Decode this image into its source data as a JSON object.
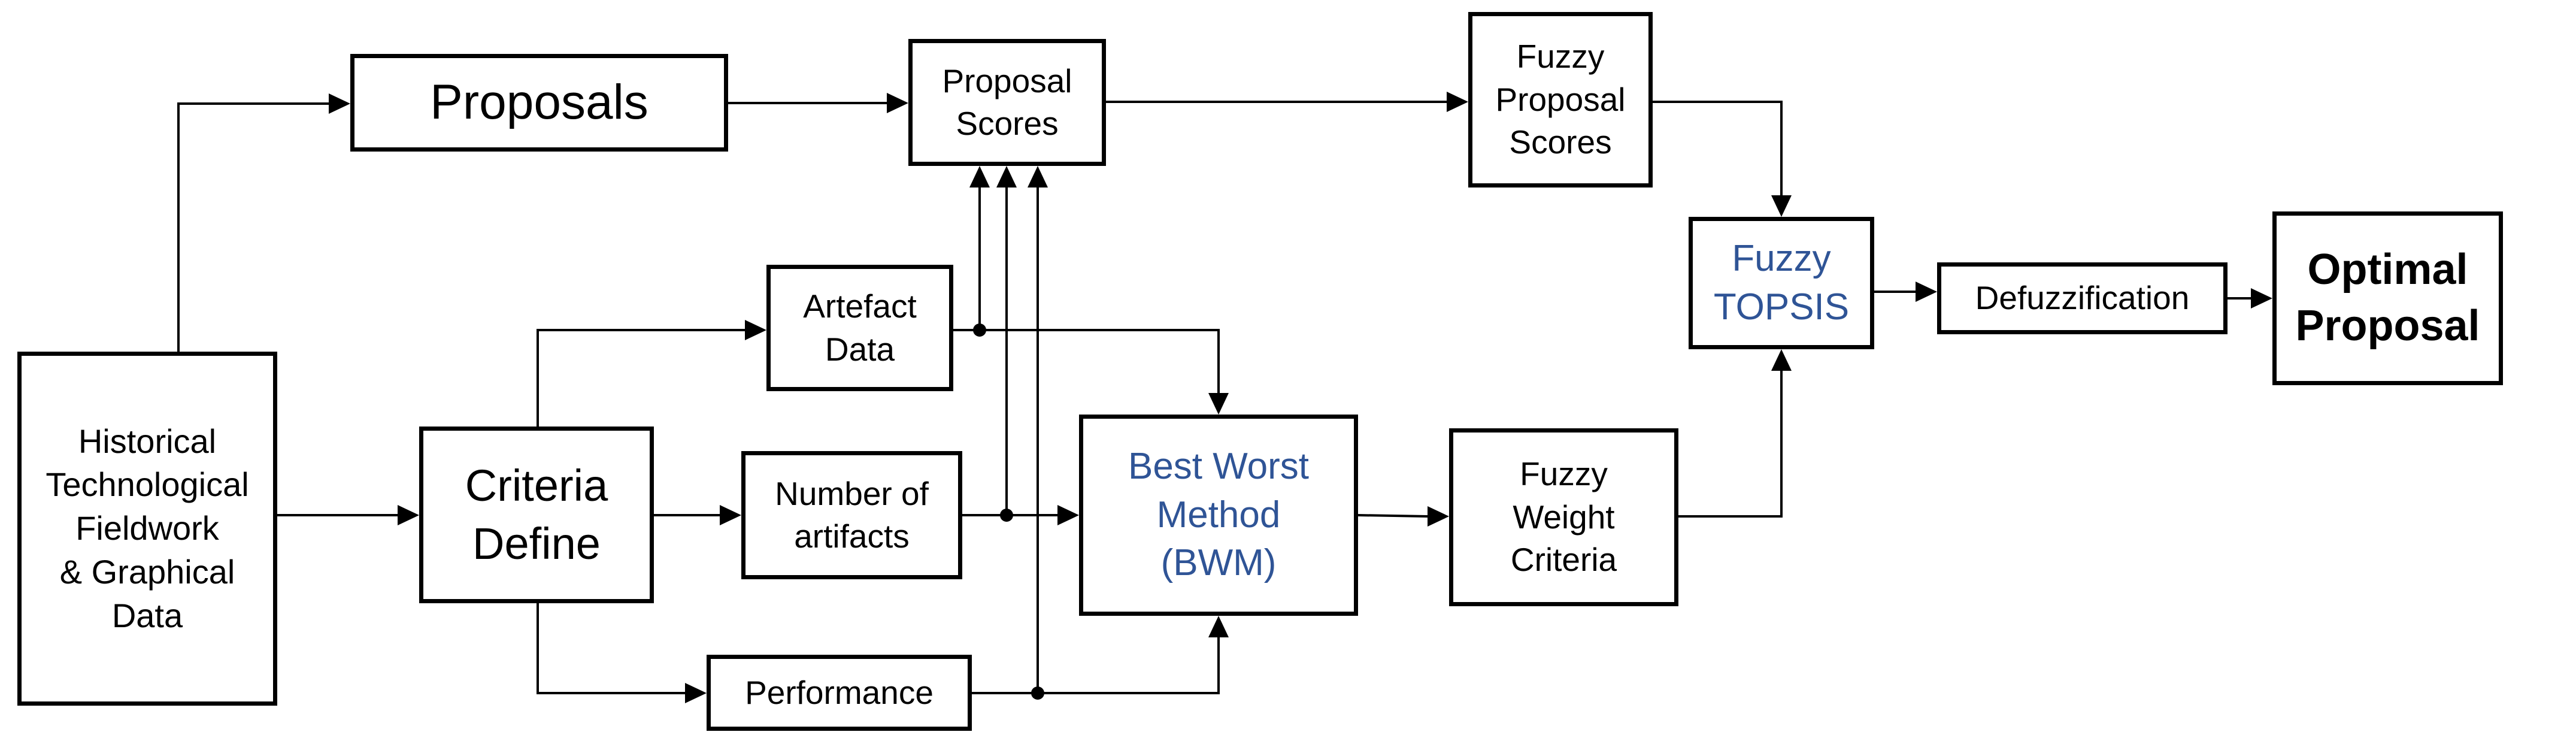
{
  "diagram": {
    "title": "Fuzzy BWM-TOPSIS proposal selection flowchart",
    "colors": {
      "background": "#FFFFFF",
      "box_border": "#000000",
      "text": "#000000",
      "accent_text": "#2F5496",
      "connector": "#000000"
    },
    "nodes": {
      "historical_data": {
        "label": "Historical\nTechnological\nFieldwork\n& Graphical\nData"
      },
      "proposals": {
        "label": "Proposals"
      },
      "proposal_scores": {
        "label": "Proposal\nScores"
      },
      "fuzzy_proposal_scores": {
        "label": "Fuzzy\nProposal\nScores"
      },
      "fuzzy_topsis": {
        "label": "Fuzzy\nTOPSIS"
      },
      "defuzzification": {
        "label": "Defuzzification"
      },
      "optimal_proposal": {
        "label": "Optimal\nProposal"
      },
      "criteria_define": {
        "label": "Criteria\nDefine"
      },
      "artefact_data": {
        "label": "Artefact\nData"
      },
      "number_of_artifacts": {
        "label": "Number of\nartifacts"
      },
      "performance": {
        "label": "Performance"
      },
      "best_worst_method": {
        "label": "Best Worst\nMethod\n(BWM)"
      },
      "fuzzy_weight_criteria": {
        "label": "Fuzzy\nWeight\nCriteria"
      }
    },
    "edges": [
      {
        "from": "historical_data",
        "to": "proposals"
      },
      {
        "from": "historical_data",
        "to": "criteria_define"
      },
      {
        "from": "proposals",
        "to": "proposal_scores"
      },
      {
        "from": "proposal_scores",
        "to": "fuzzy_proposal_scores"
      },
      {
        "from": "fuzzy_proposal_scores",
        "to": "fuzzy_topsis"
      },
      {
        "from": "fuzzy_topsis",
        "to": "defuzzification"
      },
      {
        "from": "defuzzification",
        "to": "optimal_proposal"
      },
      {
        "from": "criteria_define",
        "to": "artefact_data"
      },
      {
        "from": "criteria_define",
        "to": "number_of_artifacts"
      },
      {
        "from": "criteria_define",
        "to": "performance"
      },
      {
        "from": "artefact_data",
        "to": "proposal_scores"
      },
      {
        "from": "artefact_data",
        "to": "best_worst_method"
      },
      {
        "from": "number_of_artifacts",
        "to": "proposal_scores"
      },
      {
        "from": "number_of_artifacts",
        "to": "best_worst_method"
      },
      {
        "from": "performance",
        "to": "proposal_scores"
      },
      {
        "from": "performance",
        "to": "best_worst_method"
      },
      {
        "from": "best_worst_method",
        "to": "fuzzy_weight_criteria"
      },
      {
        "from": "fuzzy_weight_criteria",
        "to": "fuzzy_topsis"
      }
    ]
  }
}
